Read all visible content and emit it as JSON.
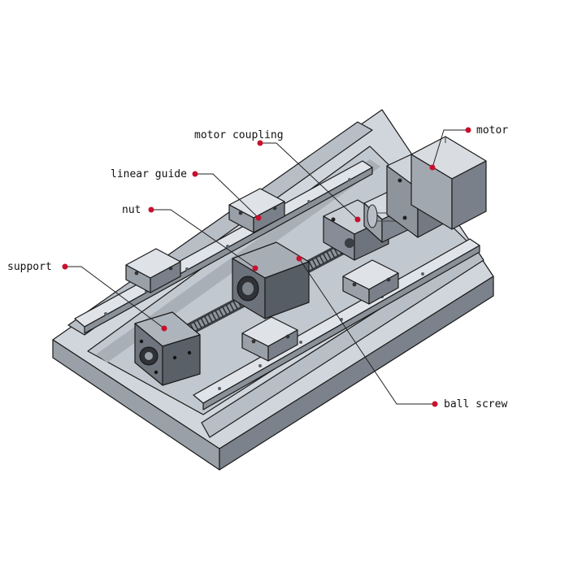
{
  "diagram": {
    "labels": {
      "motor": "motor",
      "motor_coupling": "motor coupling",
      "linear_guide": "linear guide",
      "nut": "nut",
      "support": "support",
      "ball_screw": "ball screw"
    },
    "colors": {
      "background": "#ffffff",
      "marker": "#c8102e",
      "base_top": "#cfd4db",
      "base_side": "#8c929b",
      "part_light": "#c3c9d1",
      "part_dark": "#6f757e",
      "ink": "#1a1a1a"
    }
  }
}
